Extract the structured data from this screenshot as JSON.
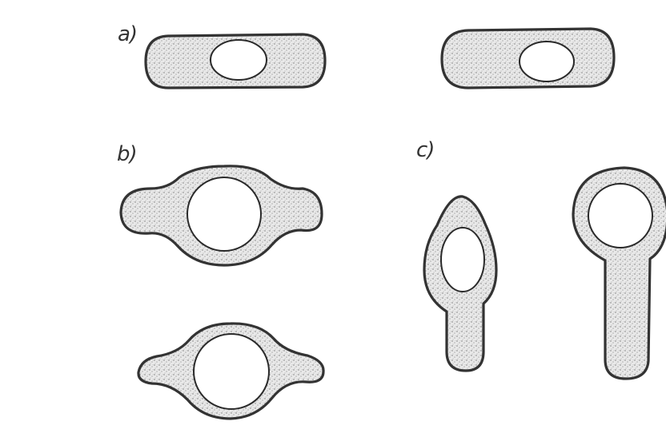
{
  "labels": {
    "a": "a)",
    "b": "b)",
    "c": "c)"
  },
  "colors": {
    "background": "#ffffff",
    "outline": "#333333",
    "stipple": "#8a8a8a"
  }
}
